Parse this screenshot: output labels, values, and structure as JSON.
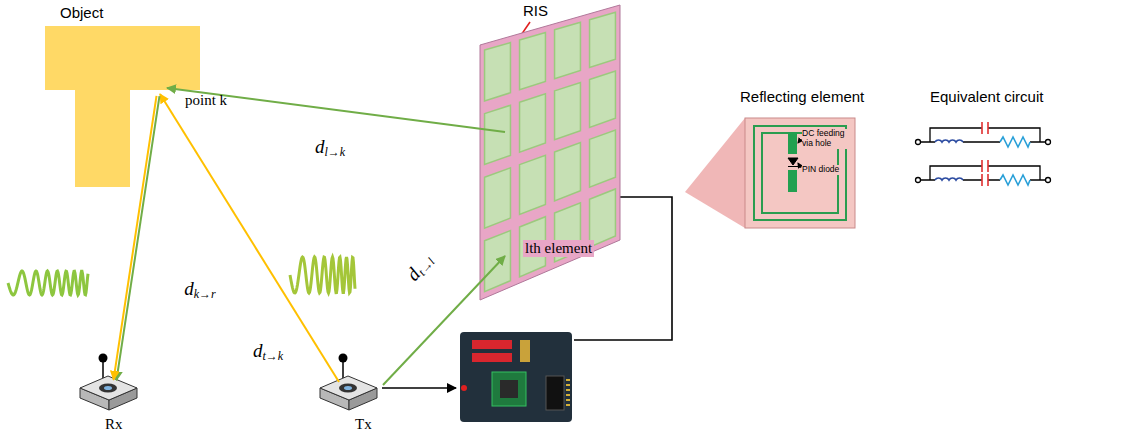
{
  "diagram": {
    "nodes": [
      {
        "text": [
          "Object",
          "point k"
        ]
      },
      {
        "text": [
          "RIS"
        ]
      },
      {
        "text": [
          "Reflecting element",
          "DC feeding via hole",
          "PIN diode"
        ]
      },
      {
        "text": [
          "Rx"
        ]
      },
      {
        "text": [
          "Tx"
        ]
      }
    ],
    "edges": [
      {
        "from": 4,
        "to": 1,
        "arrow": "to",
        "label": "dt→l"
      },
      {
        "from": 1,
        "to": 0,
        "arrow": "to",
        "label": "dl→k"
      },
      {
        "from": 4,
        "to": 0,
        "arrow": "to",
        "label": "dt→k"
      },
      {
        "from": 0,
        "to": 3,
        "arrow": "to",
        "label": "dk→r"
      }
    ],
    "labels": [
      "lth element",
      "Equivalent circuit"
    ]
  }
}
